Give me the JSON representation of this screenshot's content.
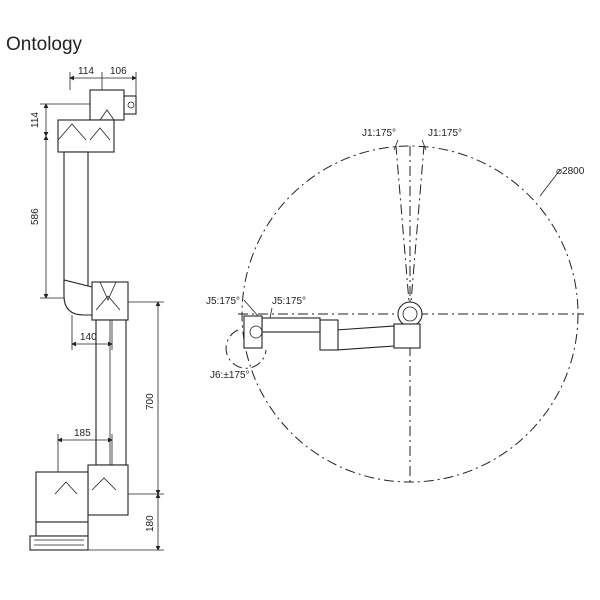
{
  "title": "Ontology",
  "dimensions": {
    "top_width_left": "114",
    "top_width_right": "106",
    "upper_offset": "114",
    "upper_arm": "586",
    "elbow_offset": "140",
    "lower_arm": "700",
    "base_offset": "185",
    "base_height": "180"
  },
  "top_view": {
    "j1_left": "J1:175°",
    "j1_right": "J1:175°",
    "diameter": "⌀2800",
    "j5_left": "J5:175°",
    "j5_right": "J5:175°",
    "j6": "J6:±175°"
  }
}
